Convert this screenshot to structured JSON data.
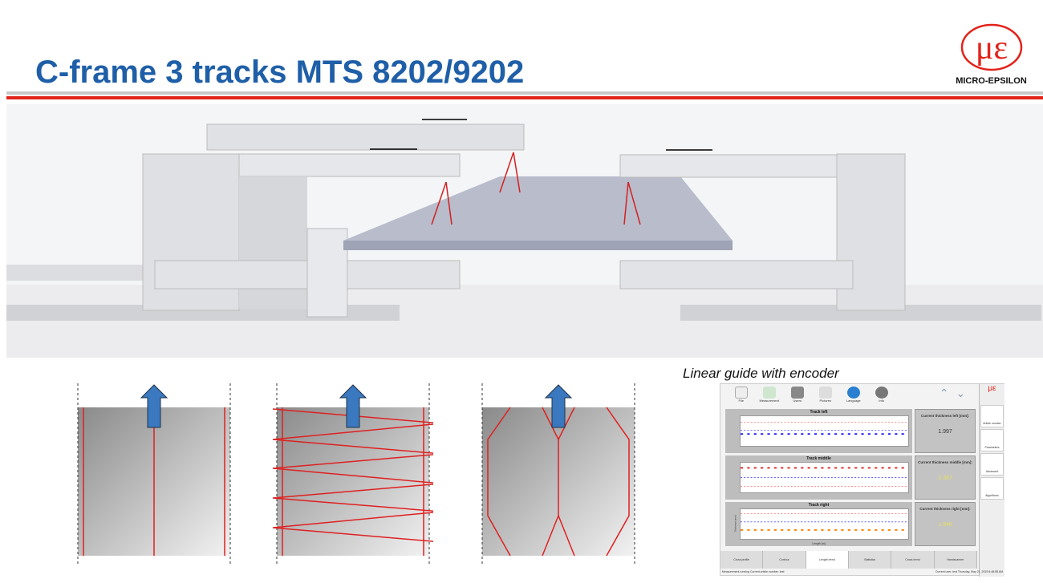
{
  "slide": {
    "title": "C-frame 3 tracks MTS 8202/9202",
    "caption": "Linear guide with encoder"
  },
  "logo": {
    "symbol": "με",
    "text": "MICRO-EPSILON"
  },
  "colors": {
    "title": "#1f5fa8",
    "accent": "#e2231a"
  },
  "software": {
    "toolbar": [
      "File",
      "Measurement",
      "Users",
      "Pictures",
      "Language",
      "Info"
    ],
    "tracks": [
      {
        "title": "Track left",
        "value_label": "Current thickness left [mm]:",
        "value": "1.997",
        "color": "#1a1aff",
        "value_color": "#333"
      },
      {
        "title": "Track middle",
        "value_label": "Current thickness middle [mm]:",
        "value": "2.387",
        "color": "#ff8000",
        "value_color": "#e8e060"
      },
      {
        "title": "Track right",
        "value_label": "Current thickness right [mm]:",
        "value": "1.946",
        "color": "#ff8000",
        "value_color": "#e8e060"
      }
    ],
    "xlabel": "Length [m]",
    "ylabel": "Thickness [mm]",
    "side": [
      "Article number",
      "Parameters",
      "Advanced",
      "Algorithms"
    ],
    "tabs": [
      "Cross profile",
      "Contour",
      "Length trend",
      "Statistics",
      "Cross trend",
      "Handscanner"
    ],
    "status_left": "Measurement running   Current article number: test",
    "status_right": "Current user: test   Thursday, May 21, 2015 6:48:58 AM"
  }
}
